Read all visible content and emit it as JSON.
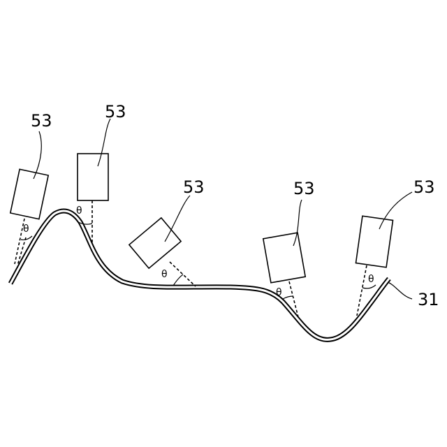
{
  "figure": {
    "sensor_ref": "53",
    "surface_ref": "31",
    "angle_symbol": "θ"
  },
  "sensors": [
    {
      "label": "53",
      "angle": "θ"
    },
    {
      "label": "53",
      "angle": "θ"
    },
    {
      "label": "53",
      "angle": "θ"
    },
    {
      "label": "53",
      "angle": "θ"
    },
    {
      "label": "53",
      "angle": "θ"
    }
  ],
  "surface": {
    "label": "31"
  }
}
